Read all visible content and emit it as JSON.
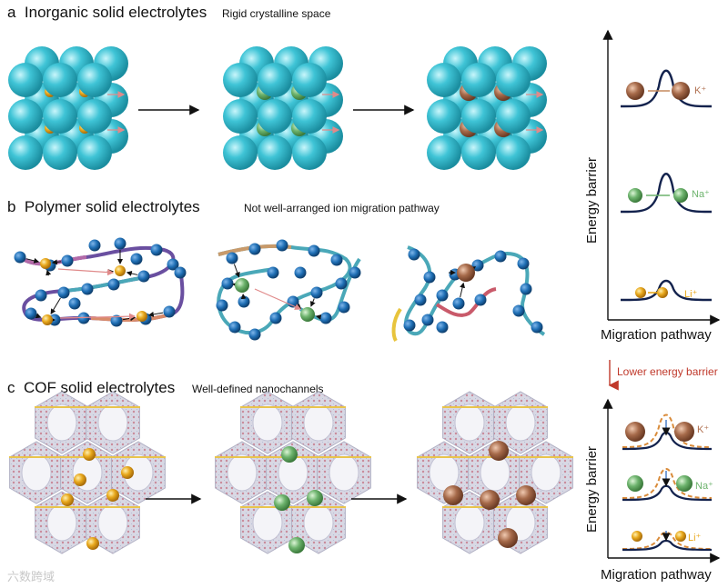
{
  "sections": {
    "a": {
      "letter": "a",
      "title": "Inorganic solid electrolytes",
      "subtitle": "Rigid crystalline space"
    },
    "b": {
      "letter": "b",
      "title": "Polymer solid electrolytes",
      "subtitle": "Not well-arranged ion migration pathway"
    },
    "c": {
      "letter": "c",
      "title": "COF solid electrolytes",
      "subtitle": "Well-defined nanochannels"
    }
  },
  "top_plot": {
    "ylabel": "Energy barrier",
    "xlabel": "Migration pathway",
    "ions": [
      {
        "label": "K⁺",
        "color": "#b07050"
      },
      {
        "label": "Na⁺",
        "color": "#6db36d"
      },
      {
        "label": "Li⁺",
        "color": "#e8a81c"
      }
    ]
  },
  "arrow_note": "Lower energy barrier",
  "bottom_plot": {
    "ylabel": "Energy barrier",
    "xlabel": "Migration pathway",
    "ions": [
      {
        "label": "K⁺",
        "color": "#b07050"
      },
      {
        "label": "Na⁺",
        "color": "#6db36d"
      },
      {
        "label": "Li⁺",
        "color": "#e8a81c"
      }
    ]
  },
  "watermark": "六数跨域",
  "colors": {
    "lattice": "#3fc4d6",
    "li": "#e8a81c",
    "na": "#6db36d",
    "k": "#a66a4a",
    "chain_node": "#1f6fb5",
    "energy_curve": "#13224d",
    "dashed_curve": "#d98b3a",
    "red": "#c0392b"
  }
}
